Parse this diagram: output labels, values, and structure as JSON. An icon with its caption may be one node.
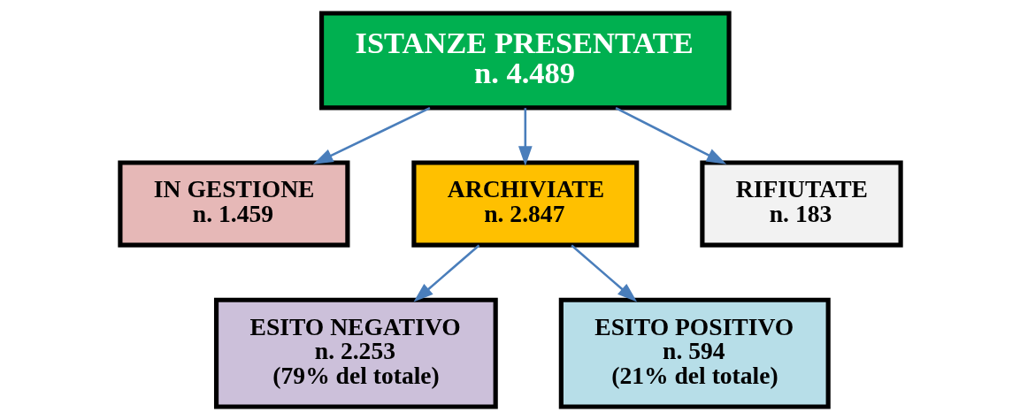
{
  "diagram": {
    "nodes": [
      {
        "text": [
          "ISTANZE PRESENTATE",
          "n. 4.489"
        ]
      },
      {
        "text": [
          "IN GESTIONE",
          "n. 1.459"
        ]
      },
      {
        "text": [
          "ARCHIVIATE",
          "n. 2.847"
        ]
      },
      {
        "text": [
          "RIFIUTATE",
          "n. 183"
        ]
      },
      {
        "text": [
          "ESITO NEGATIVO",
          "n. 2.253",
          "(79% del totale)"
        ]
      },
      {
        "text": [
          "ESITO POSITIVO",
          "n. 594",
          "(21% del totale)"
        ]
      }
    ],
    "edges": [
      {
        "from": 0,
        "to": 1,
        "arrow": "to"
      },
      {
        "from": 0,
        "to": 2,
        "arrow": "to"
      },
      {
        "from": 0,
        "to": 3,
        "arrow": "to"
      },
      {
        "from": 2,
        "to": 4,
        "arrow": "to"
      },
      {
        "from": 2,
        "to": 5,
        "arrow": "to"
      }
    ]
  }
}
